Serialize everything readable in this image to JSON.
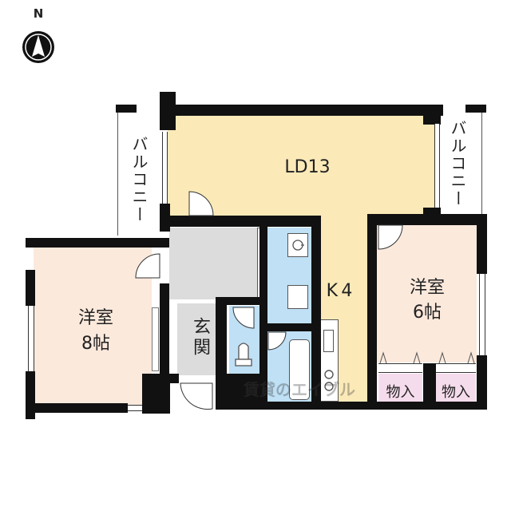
{
  "compass": {
    "label": "N",
    "icon": "north-arrow-icon"
  },
  "colors": {
    "ldk": "#fbeab8",
    "bedroom": "#fbe9dc",
    "hall": "#dcdcdc",
    "wet": "#bfe0f5",
    "closet": "#f5dcec",
    "wall": "#111111"
  },
  "rooms": {
    "ld": {
      "label": "LD13"
    },
    "kitchen": {
      "label": "K 4"
    },
    "bedroom_west": {
      "line1": "洋室",
      "line2": "8帖"
    },
    "bedroom_east": {
      "line1": "洋室",
      "line2": "6帖"
    },
    "entrance": {
      "label": "玄関"
    },
    "balcony_west": {
      "label": "バルコニー"
    },
    "balcony_east": {
      "label": "バルコニー"
    },
    "closet_1": {
      "label": "物入"
    },
    "closet_2": {
      "label": "物入"
    }
  },
  "watermark": {
    "text": "賃貸のエイブル"
  }
}
